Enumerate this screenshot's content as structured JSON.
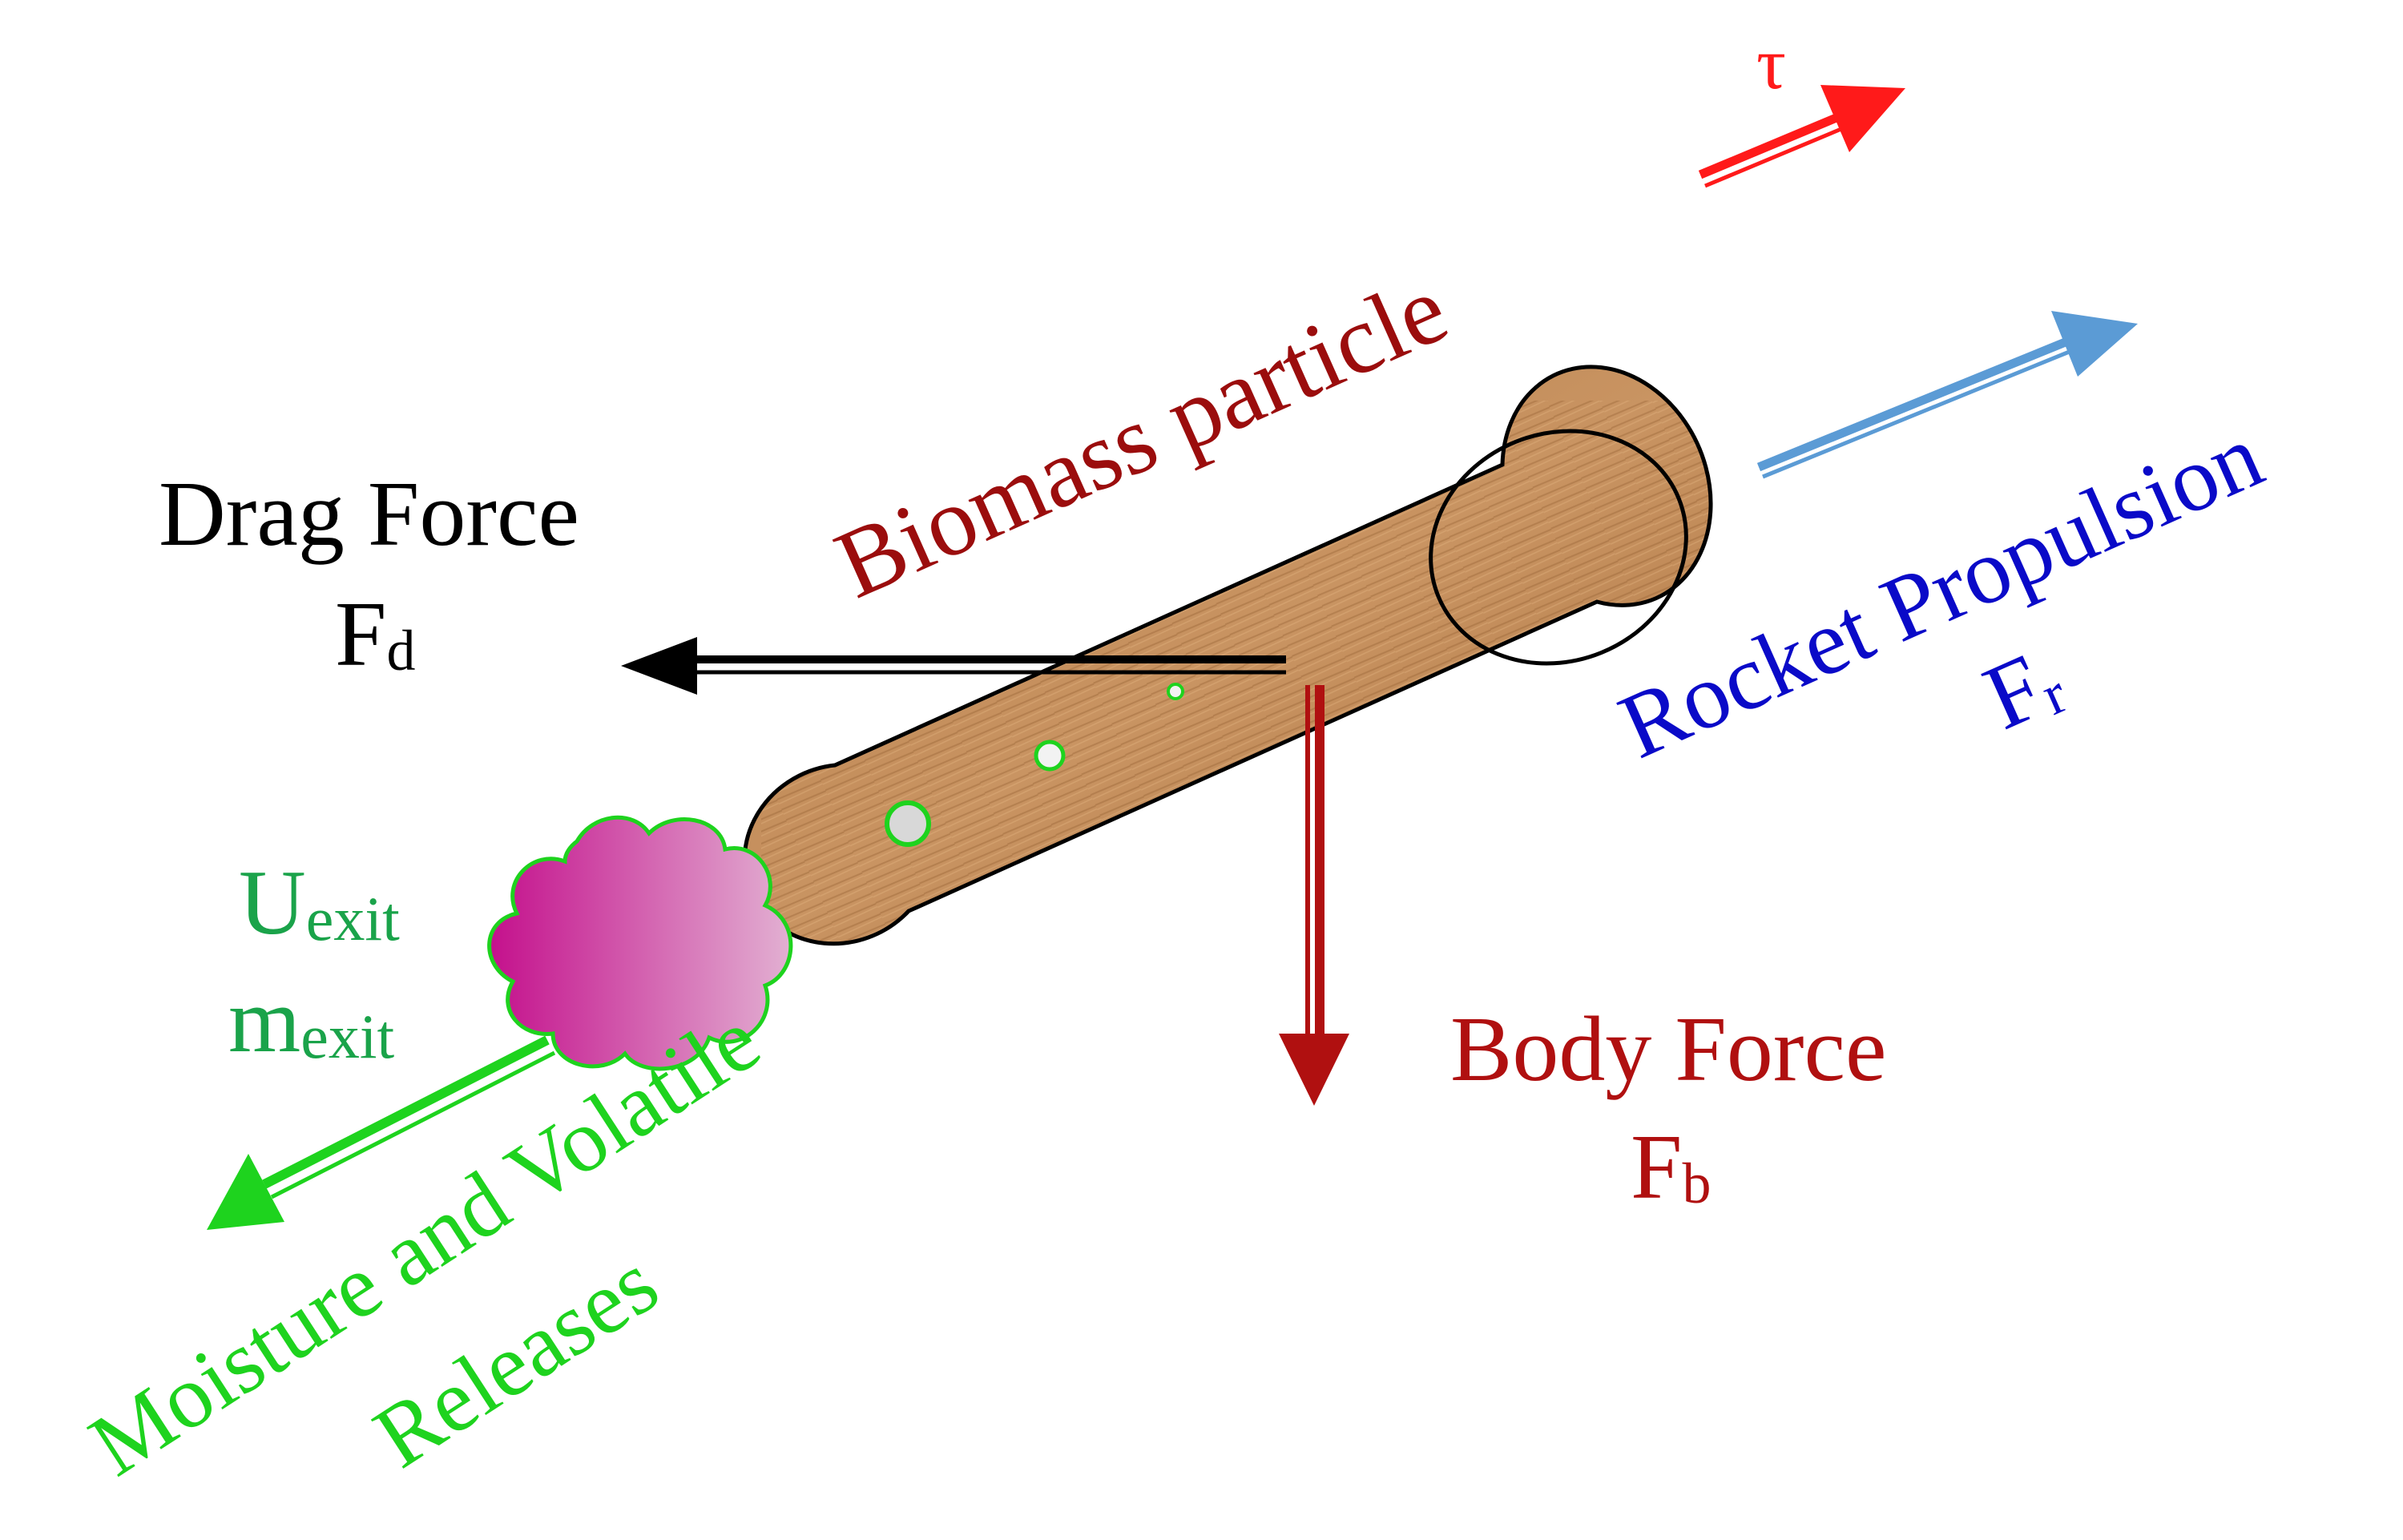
{
  "labels": {
    "tau": "τ",
    "biomass": "Biomass particle",
    "drag_title": "Drag Force",
    "drag_symbol": "F",
    "drag_sub": "d",
    "rocket_title": "Rocket Propulsion",
    "rocket_symbol": "F",
    "rocket_sub": "r",
    "body_title": "Body Force",
    "body_symbol": "F",
    "body_sub": "b",
    "u_symbol": "U",
    "u_sub": "exit",
    "m_symbol": "m",
    "m_sub": "exit",
    "release_line1": "Moisture and Volatile",
    "release_line2": "Releases"
  },
  "colors": {
    "drag": "#000000",
    "tau": "#ff1a1a",
    "biomass_text": "#9b0d0d",
    "rocket_arrow": "#5b9bd5",
    "rocket_text": "#0a0ac8",
    "body": "#b01010",
    "exit_text": "#1aa34a",
    "release": "#1ed31e",
    "wood": "#c08a56",
    "cloud_start": "#c4108c",
    "cloud_end": "#e0a8cc"
  }
}
